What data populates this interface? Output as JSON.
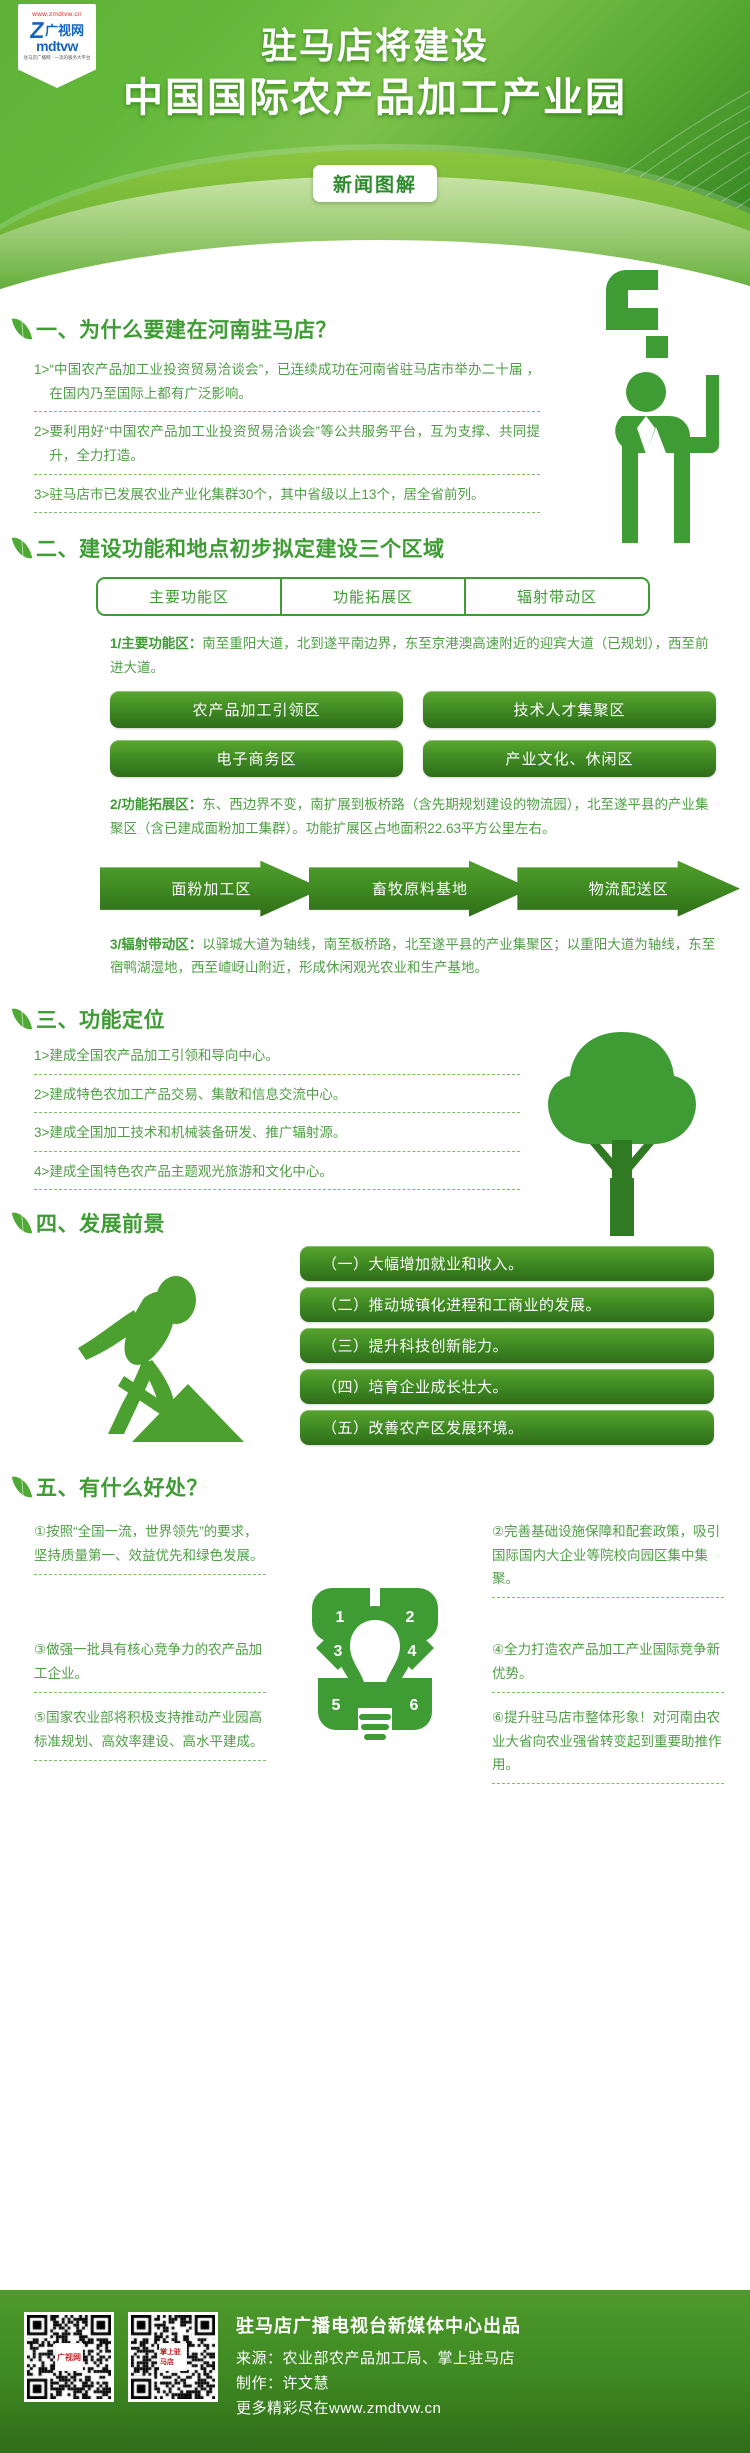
{
  "header": {
    "logo": {
      "url": "www.zmdtvw.cn",
      "mark": "Z",
      "cn": "广视网",
      "latin": "mdtvw",
      "slogan": "驻马店广播网 · 一流的服务大平台"
    },
    "title_line1": "驻马店将建设",
    "title_line2": "中国国际农产品加工产业园",
    "badge": "新闻图解"
  },
  "sections": [
    {
      "id": "sec1",
      "heading": "一、为什么要建在河南驻马店？",
      "icon": "leaf-icon",
      "illustration": "businessman-icon",
      "items": [
        {
          "num": "1>",
          "text": "“中国农产品加工业投资贸易洽谈会”，已连续成功在河南省驻马店市举办二十届 ，在国内乃至国际上都有广泛影响。"
        },
        {
          "num": "2>",
          "text": "要利用好“中国农产品加工业投资贸易洽谈会”等公共服务平台，互为支撑、共同提升，全力打造。"
        },
        {
          "num": "3>",
          "text": "驻马店市已发展农业产业化集群30个，其中省级以上13个，居全省前列。"
        }
      ]
    },
    {
      "id": "sec2",
      "heading": "二、建设功能和地点初步拟定建设三个区域",
      "icon": "leaf-icon",
      "tabs": [
        "主要功能区",
        "功能拓展区",
        "辐射带动区"
      ],
      "para1_label": "1/主要功能区：",
      "para1": "南至重阳大道，北到遂平南边界，东至京港澳高速附近的迎宾大道（已规划），西至前进大道。",
      "pills": [
        "农产品加工引领区",
        "技术人才集聚区",
        "电子商务区",
        "产业文化、休闲区"
      ],
      "para2_label": "2/功能拓展区：",
      "para2": "东、西边界不变，南扩展到板桥路（含先期规划建设的物流园），北至遂平县的产业集聚区（含已建成面粉加工集群）。功能扩展区占地面积22.63平方公里左右。",
      "arrows": [
        "面粉加工区",
        "畜牧原料基地",
        "物流配送区"
      ],
      "para3_label": "3/辐射带动区：",
      "para3": "以驿城大道为轴线，南至板桥路，北至遂平县的产业集聚区；以重阳大道为轴线，东至宿鸭湖湿地，西至嵖岈山附近，形成休闲观光农业和生产基地。"
    },
    {
      "id": "sec3",
      "heading": "三、功能定位",
      "icon": "leaf-icon",
      "illustration": "tree-icon",
      "items": [
        {
          "num": "1>",
          "text": "建成全国农产品加工引领和导向中心。"
        },
        {
          "num": "2>",
          "text": "建成特色农加工产品交易、集散和信息交流中心。"
        },
        {
          "num": "3>",
          "text": "建成全国加工技术和机械装备研发、推广辐射源。"
        },
        {
          "num": "4>",
          "text": "建成全国特色农产品主题观光旅游和文化中心。"
        }
      ]
    },
    {
      "id": "sec4",
      "heading": "四、发展前景",
      "icon": "leaf-icon",
      "illustration": "worker-icon",
      "benefits": [
        "（一）大幅增加就业和收入。",
        "（二）推动城镇化进程和工商业的发展。",
        "（三）提升科技创新能力。",
        "（四）培育企业成长壮大。",
        "（五）改善农产区发展环境。"
      ]
    },
    {
      "id": "sec5",
      "heading": "五、有什么好处？",
      "icon": "leaf-icon",
      "illustration": "lightbulb-icon",
      "advantages": [
        {
          "badge": "1",
          "text": "①按照“全国一流，世界领先”的要求，坚持质量第一、效益优先和绿色发展。"
        },
        {
          "badge": "2",
          "text": "②完善基础设施保障和配套政策，吸引国际国内大企业等院校向园区集中集聚。"
        },
        {
          "badge": "3",
          "text": "③做强一批具有核心竞争力的农产品加工企业。"
        },
        {
          "badge": "4",
          "text": "④全力打造农产品加工产业国际竞争新优势。"
        },
        {
          "badge": "5",
          "text": "⑤国家农业部将积极支持推动产业园高标准规划、高效率建设、高水平建成。"
        },
        {
          "badge": "6",
          "text": "⑥提升驻马店市整体形象！对河南由农业大省向农业强省转变起到重要助推作用。"
        }
      ]
    }
  ],
  "footer": {
    "title": "驻马店广播电视台新媒体中心出品",
    "source": "来源：农业部农产品加工局、掌上驻马店",
    "producer": "制作：许文慧",
    "more": "更多精彩尽在www.zmdtvw.cn",
    "qr_left_label": "广视网",
    "qr_right_label": "掌上驻马店"
  },
  "colors": {
    "brand_green": "#3f9c35",
    "dark_green": "#2f6d18",
    "text_green": "#4f9e45",
    "white": "#ffffff"
  }
}
